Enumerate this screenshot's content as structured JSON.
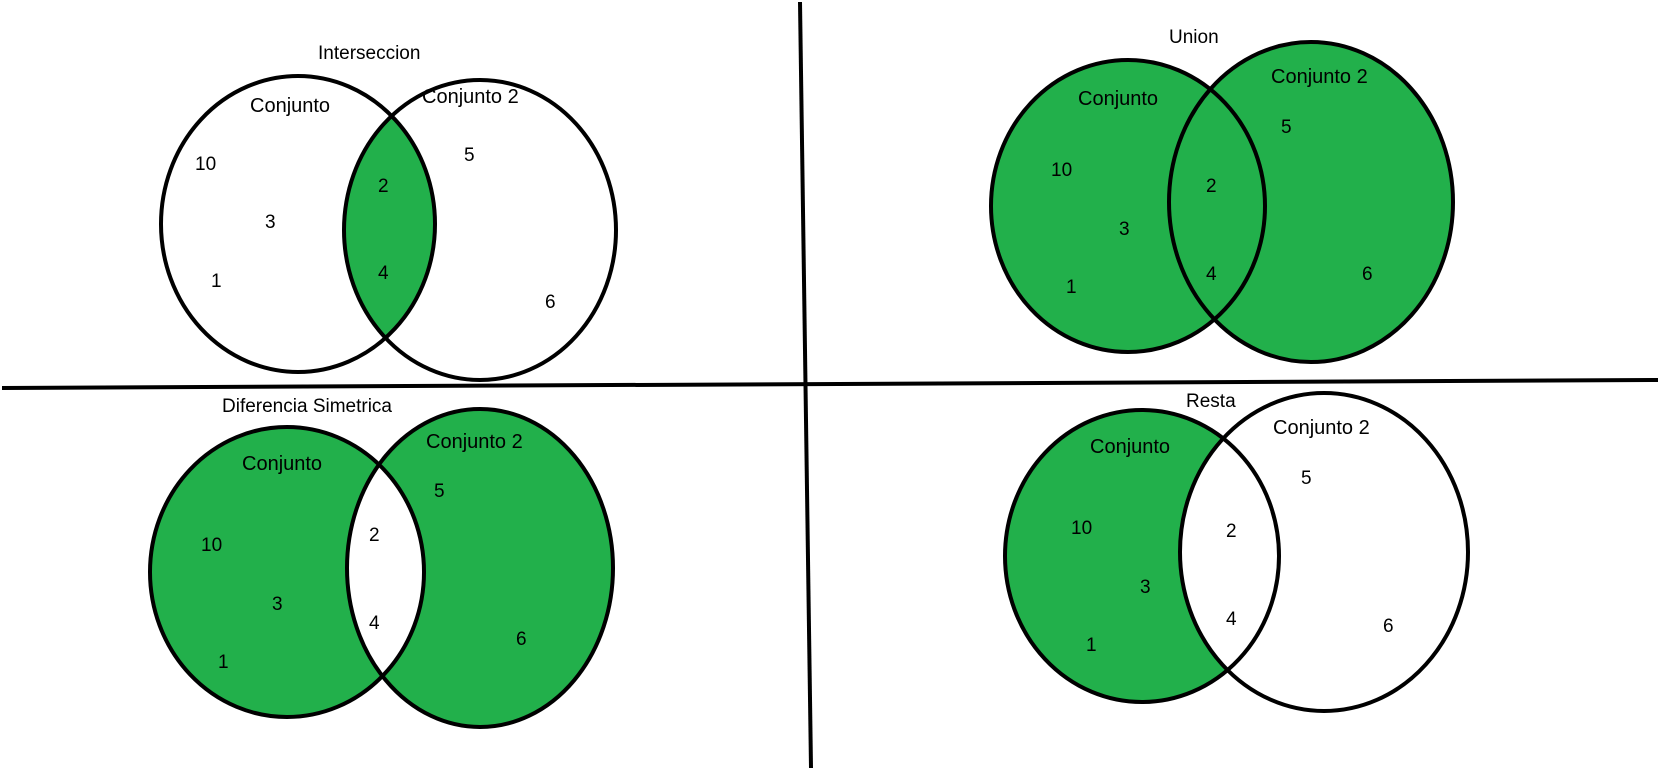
{
  "fill_color": "#22b04b",
  "stroke_color": "#000000",
  "panels": {
    "interseccion": {
      "title": "Interseccion",
      "set1_label": "Conjunto",
      "set2_label": "Conjunto 2",
      "only_set1": [
        "10",
        "3",
        "1"
      ],
      "both": [
        "2",
        "4"
      ],
      "only_set2": [
        "5",
        "6"
      ]
    },
    "union": {
      "title": "Union",
      "set1_label": "Conjunto",
      "set2_label": "Conjunto 2",
      "only_set1": [
        "10",
        "3",
        "1"
      ],
      "both": [
        "2",
        "4"
      ],
      "only_set2": [
        "5",
        "6"
      ]
    },
    "diferencia": {
      "title": "Diferencia Simetrica",
      "set1_label": "Conjunto",
      "set2_label": "Conjunto 2",
      "only_set1": [
        "10",
        "3",
        "1"
      ],
      "both": [
        "2",
        "4"
      ],
      "only_set2": [
        "5",
        "6"
      ]
    },
    "resta": {
      "title": "Resta",
      "set1_label": "Conjunto",
      "set2_label": "Conjunto 2",
      "only_set1": [
        "10",
        "3",
        "1"
      ],
      "both": [
        "2",
        "4"
      ],
      "only_set2": [
        "5",
        "6"
      ]
    }
  }
}
